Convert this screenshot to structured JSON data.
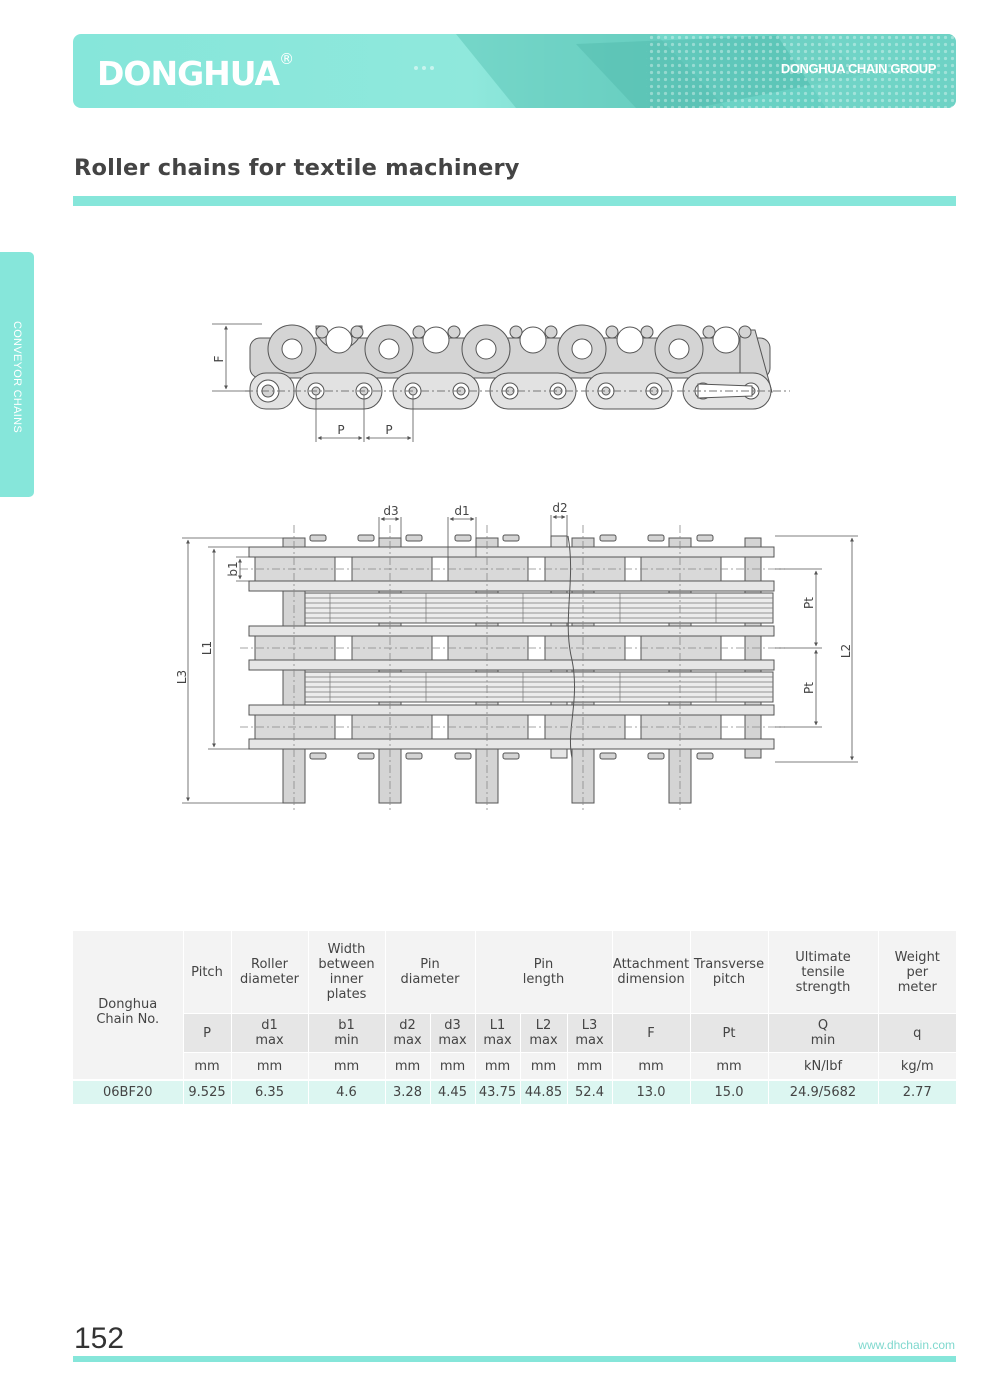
{
  "header": {
    "brand": "DONGHUA",
    "registered_mark": "®",
    "group": "DONGHUA CHAIN GROUP"
  },
  "side_tab": {
    "label": "CONVEYOR CHAINS"
  },
  "page_title": "Roller chains for textile machinery",
  "drawing_labels": {
    "F": "F",
    "P": "P",
    "d3": "d3",
    "d1": "d1",
    "d2": "d2",
    "b1": "b1",
    "L1": "L1",
    "L2": "L2",
    "L3": "L3",
    "Pt": "Pt"
  },
  "table": {
    "chain_no_header": "Donghua\nChain No.",
    "columns": [
      {
        "header": "Pitch",
        "symbol": "P",
        "sub": "",
        "unit": "mm"
      },
      {
        "header": "Roller\ndiameter",
        "symbol": "d1",
        "sub": "max",
        "unit": "mm"
      },
      {
        "header": "Width\nbetween\ninner plates",
        "symbol": "b1",
        "sub": "min",
        "unit": "mm"
      },
      {
        "header": "Pin\ndiameter",
        "symbol": "d2",
        "sub": "max",
        "unit": "mm"
      },
      {
        "header": "",
        "symbol": "d3",
        "sub": "max",
        "unit": "mm"
      },
      {
        "header": "Pin\nlength",
        "symbol": "L1",
        "sub": "max",
        "unit": "mm"
      },
      {
        "header": "",
        "symbol": "L2",
        "sub": "max",
        "unit": "mm"
      },
      {
        "header": "",
        "symbol": "L3",
        "sub": "max",
        "unit": "mm"
      },
      {
        "header": "Attachment\ndimension",
        "symbol": "F",
        "sub": "",
        "unit": "mm"
      },
      {
        "header": "Transverse\npitch",
        "symbol": "Pt",
        "sub": "",
        "unit": "mm"
      },
      {
        "header": "Ultimate\ntensile\nstrength",
        "symbol": "Q",
        "sub": "min",
        "unit": "kN/lbf"
      },
      {
        "header": "Weight\nper\nmeter",
        "symbol": "q",
        "sub": "",
        "unit": "kg/m"
      }
    ],
    "rows": [
      [
        "06BF20",
        "9.525",
        "6.35",
        "4.6",
        "3.28",
        "4.45",
        "43.75",
        "44.85",
        "52.4",
        "13.0",
        "15.0",
        "24.9/5682",
        "2.77"
      ]
    ]
  },
  "footer": {
    "page_number": "152",
    "url": "www.dhchain.com"
  }
}
